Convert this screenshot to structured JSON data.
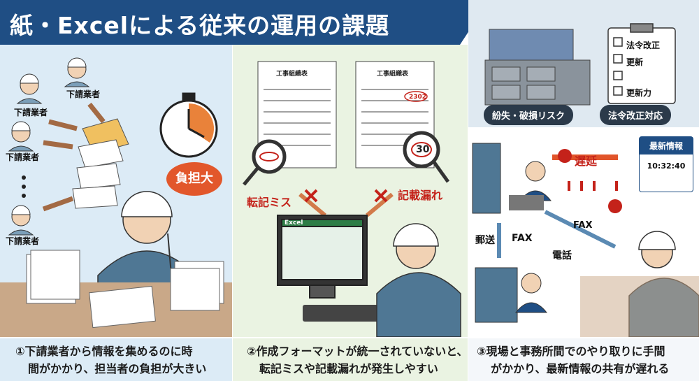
{
  "header": {
    "title": "紙・Excelによる従来の運用の課題"
  },
  "panel1": {
    "worker_labels": [
      "下請業者",
      "下請業者",
      "下請業者",
      "下請業者"
    ],
    "burden_bubble": "負担大",
    "caption_line1": "①下請業者から情報を集めるのに時",
    "caption_line2": "間がかかり、担当者の負担が大きい"
  },
  "panel2": {
    "sheet_title_left": "工事組織表",
    "sheet_title_right": "工事組織表",
    "circled_value": "2302",
    "magnified_value": "30",
    "label_transcription_error": "転記ミス",
    "label_missing_entry": "記載漏れ",
    "excel_label": "Excel",
    "caption_line1": "②作成フォーマットが統一されていないと、",
    "caption_line2": "転記ミスや記載漏れが発生しやすい"
  },
  "panel3": {
    "pill_loss_risk": "紛失・破損リスク",
    "pill_law_revision": "法令改正対応",
    "checklist": [
      "法令改正",
      "更新",
      "更新力"
    ],
    "delay_label": "遅延",
    "latest_info_title": "最新情報",
    "latest_info_time": "10:32:40",
    "mail_label": "郵送",
    "fax_label_left": "FAX",
    "fax_label_diag": "FAX",
    "phone_label": "電話",
    "caption_line1": "③現場と事務所間でのやり取りに手間",
    "caption_line2": "がかかり、最新情報の共有が遅れる"
  }
}
